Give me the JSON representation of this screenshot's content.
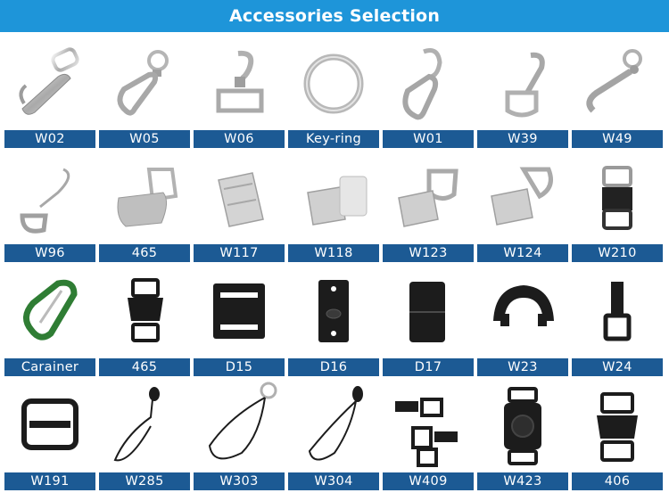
{
  "header": {
    "title": "Accessories Selection"
  },
  "colors": {
    "banner": "#1e95d9",
    "label_bg": "#1c5a94",
    "label_text": "#ffffff"
  },
  "rows": [
    {
      "items": [
        {
          "label": "W02",
          "icon": "swivel-snap-hook-icon"
        },
        {
          "label": "W05",
          "icon": "swivel-snap-hook-icon"
        },
        {
          "label": "W06",
          "icon": "lobster-clasp-icon"
        },
        {
          "label": "Key-ring",
          "icon": "split-key-ring-icon"
        },
        {
          "label": "W01",
          "icon": "trigger-snap-hook-icon"
        },
        {
          "label": "W39",
          "icon": "trigger-snap-hook-icon"
        },
        {
          "label": "W49",
          "icon": "bolt-snap-icon"
        }
      ]
    },
    {
      "items": [
        {
          "label": "W96",
          "icon": "wire-hook-icon"
        },
        {
          "label": "465",
          "icon": "suspender-clip-icon"
        },
        {
          "label": "W117",
          "icon": "bulldog-clip-icon"
        },
        {
          "label": "W118",
          "icon": "badge-clip-icon"
        },
        {
          "label": "W123",
          "icon": "d-ring-clip-icon"
        },
        {
          "label": "W124",
          "icon": "d-ring-clip-icon"
        },
        {
          "label": "W210",
          "icon": "metal-buckle-icon"
        }
      ]
    },
    {
      "items": [
        {
          "label": "Carainer",
          "icon": "carabiner-icon"
        },
        {
          "label": "465",
          "icon": "side-release-buckle-icon"
        },
        {
          "label": "D15",
          "icon": "safety-breakaway-icon"
        },
        {
          "label": "D16",
          "icon": "safety-breakaway-icon"
        },
        {
          "label": "D17",
          "icon": "safety-breakaway-icon"
        },
        {
          "label": "W23",
          "icon": "horseshoe-connector-icon"
        },
        {
          "label": "W24",
          "icon": "plastic-hook-icon"
        }
      ]
    },
    {
      "items": [
        {
          "label": "W191",
          "icon": "slide-buckle-icon"
        },
        {
          "label": "W285",
          "icon": "cord-loop-icon"
        },
        {
          "label": "W303",
          "icon": "cord-loop-ring-icon"
        },
        {
          "label": "W304",
          "icon": "cord-loop-icon"
        },
        {
          "label": "W409",
          "icon": "plastic-clip-set-icon"
        },
        {
          "label": "W423",
          "icon": "center-release-buckle-icon"
        },
        {
          "label": "406",
          "icon": "side-release-buckle-icon"
        }
      ]
    }
  ]
}
